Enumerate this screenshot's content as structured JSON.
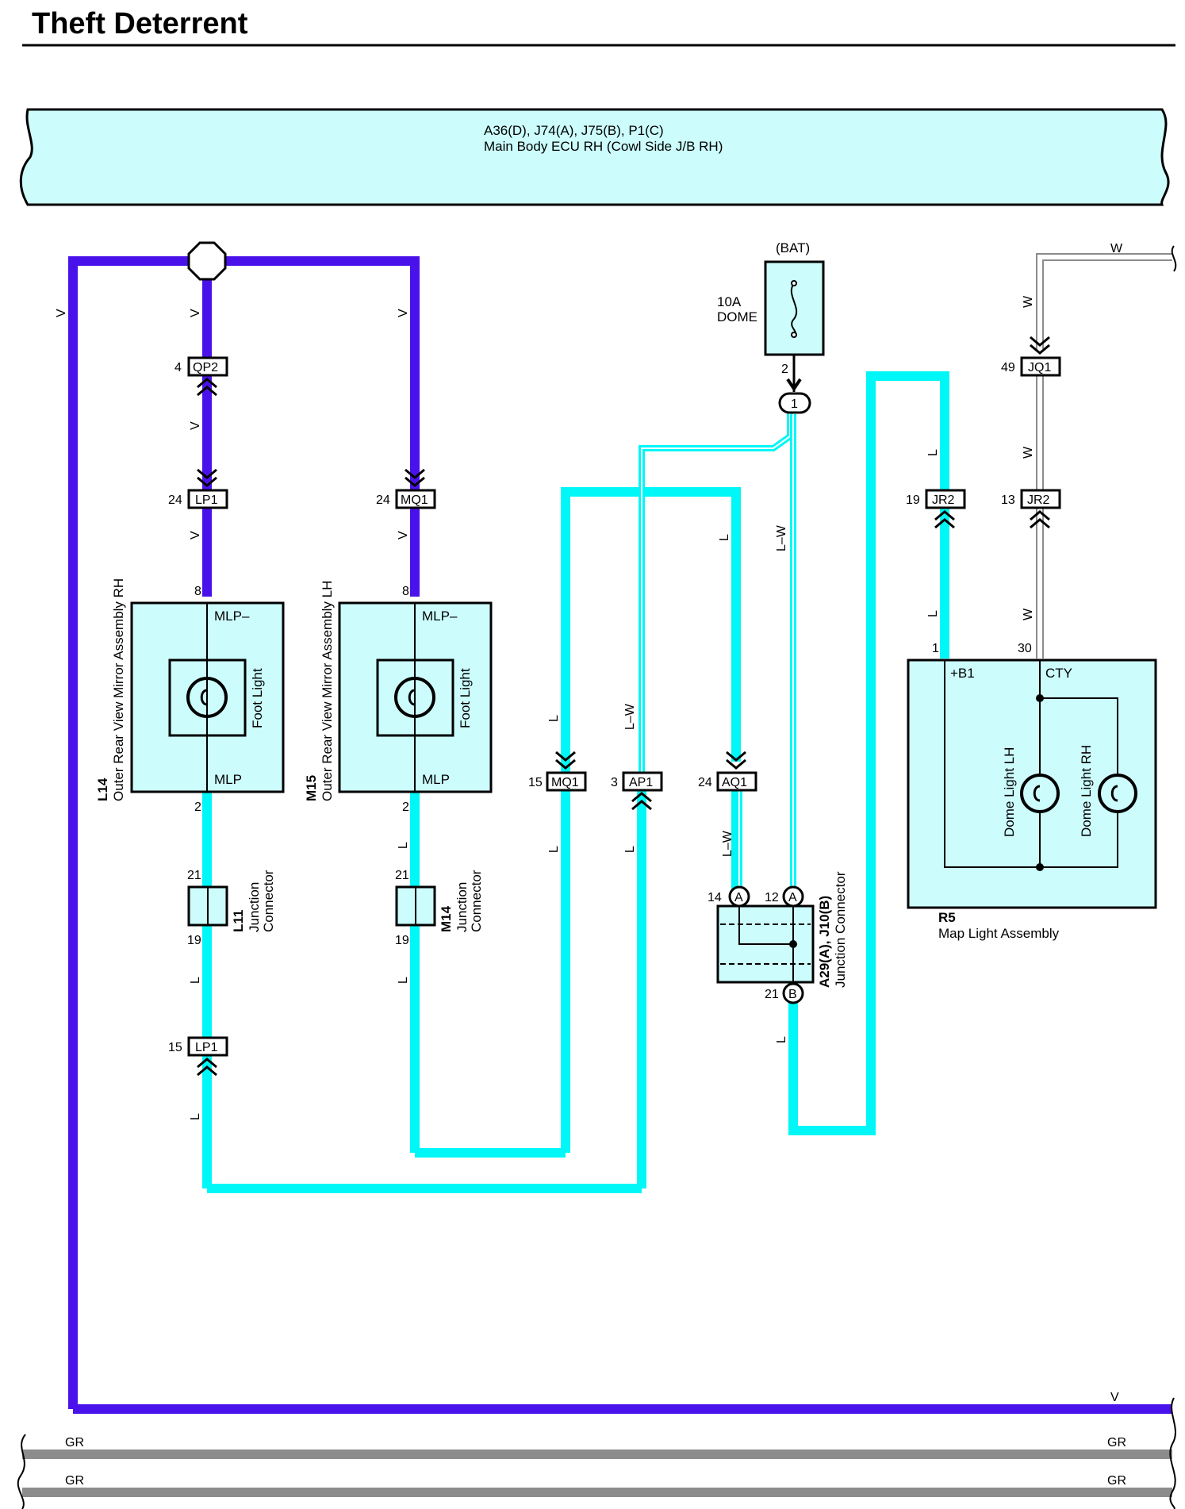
{
  "title": "Theft Deterrent",
  "ecu": {
    "connectors": "A36(D), J74(A), J75(B), P1(C)",
    "name": "Main Body ECU RH (Cowl Side J/B RH)"
  },
  "fuse": {
    "source": "(BAT)",
    "rating": "10A",
    "name": "DOME",
    "pin": "2",
    "node": "1"
  },
  "connectors": {
    "qp2": "QP2",
    "lp1": "LP1",
    "mq1": "MQ1",
    "ap1": "AP1",
    "aq1": "AQ1",
    "jq1": "JQ1",
    "jr2": "JR2"
  },
  "pins": {
    "qp2": "4",
    "lp1_top": "24",
    "mq1_top": "24",
    "mirror_rh_top": "8",
    "mirror_lh_top": "8",
    "mirror_rh_bottom": "2",
    "mirror_lh_bottom": "2",
    "l11_top": "21",
    "l11_bottom": "19",
    "m14_top": "21",
    "m14_bottom": "19",
    "lp1_bottom": "15",
    "mq1_mid": "15",
    "ap1": "3",
    "aq1": "24",
    "a29_a14": "14",
    "a29_a12": "12",
    "a29_b21": "21",
    "jr2_left": "19",
    "jr2_right": "13",
    "jq1": "49",
    "r5_b1": "1",
    "r5_cty": "30"
  },
  "connector_letters": {
    "a": "A",
    "b": "B"
  },
  "wires": {
    "v": "V",
    "l": "L",
    "lw": "L–W",
    "w": "W",
    "gr": "GR"
  },
  "components": {
    "mirror_rh": {
      "code": "L14",
      "name": "Outer Rear View Mirror Assembly RH",
      "light": "Foot Light",
      "pin_top": "MLP–",
      "pin_bottom": "MLP"
    },
    "mirror_lh": {
      "code": "M15",
      "name": "Outer Rear View Mirror Assembly LH",
      "light": "Foot Light",
      "pin_top": "MLP–",
      "pin_bottom": "MLP"
    },
    "jc_l11": {
      "code": "L11",
      "line1": "Junction",
      "line2": "Connector"
    },
    "jc_m14": {
      "code": "M14",
      "line1": "Junction",
      "line2": "Connector"
    },
    "jc_a29": {
      "code": "A29(A), J10(B)",
      "name": "Junction Connector"
    },
    "map_light": {
      "code": "R5",
      "name": "Map Light Assembly",
      "pin_b1": "+B1",
      "pin_cty": "CTY",
      "lamp_lh": "Dome Light LH",
      "lamp_rh": "Dome Light RH"
    }
  },
  "colors": {
    "violet": "#4a12ea",
    "cyan": "#00f7f7",
    "fill": "#ccfcfc",
    "gray": "#8c8c8c",
    "white_wire": "#ffffff"
  }
}
